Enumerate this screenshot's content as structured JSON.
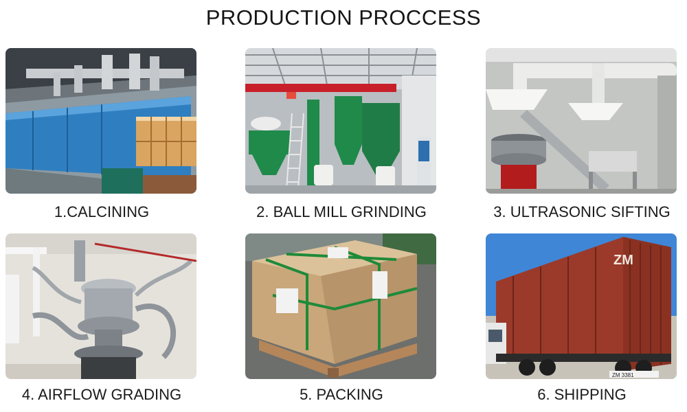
{
  "page": {
    "title": "PRODUCTION PROCCESS"
  },
  "steps": [
    {
      "caption": "1.CALCINING",
      "photo_icon": "calcining-kiln-photo"
    },
    {
      "caption": "2. BALL MILL GRINDING",
      "photo_icon": "ball-mill-photo"
    },
    {
      "caption": "3. ULTRASONIC SIFTING",
      "photo_icon": "ultrasonic-sifter-photo"
    },
    {
      "caption": "4. AIRFLOW GRADING",
      "photo_icon": "airflow-classifier-photo"
    },
    {
      "caption": "5. PACKING",
      "photo_icon": "packed-pallet-photo"
    },
    {
      "caption": "6. SHIPPING",
      "photo_icon": "shipping-container-truck-photo"
    }
  ],
  "photo_labels": {
    "container_mark": "ZM",
    "plate": "ZM 3381"
  },
  "colors": {
    "kiln_blue": "#2f7fc0",
    "mill_green": "#1f8a4a",
    "crane_red": "#c8202a",
    "container_red": "#9b3a2a",
    "sky_blue": "#3f86d6",
    "cardboard": "#c9a77a",
    "strap_green": "#1e8a3a"
  }
}
